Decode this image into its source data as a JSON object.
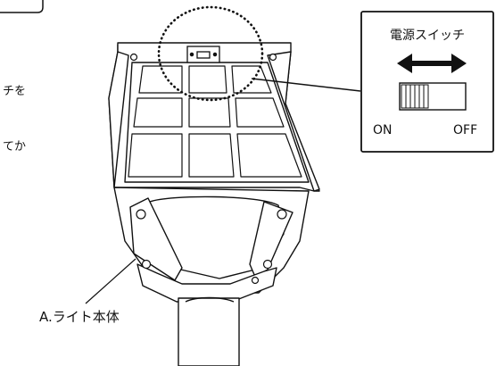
{
  "instructions": {
    "line1_fragment": "チを",
    "line2_fragment": "てか"
  },
  "switch_callout": {
    "title": "電源スイッチ",
    "on_label": "ON",
    "off_label": "OFF",
    "direction_icon": "double-arrow-icon"
  },
  "part_label": {
    "text": "A.ライト本体"
  },
  "colors": {
    "line": "#111111",
    "background": "#ffffff",
    "switch_knob": "#ffffff",
    "switch_body": "#ffffff"
  }
}
